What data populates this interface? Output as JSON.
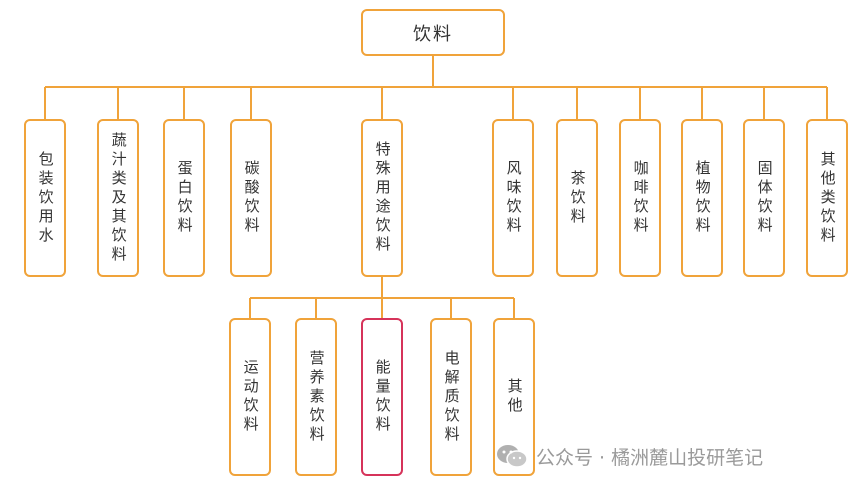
{
  "colors": {
    "border": "#f0a33a",
    "line": "#f0a33a",
    "highlight": "#d6335a"
  },
  "root": "饮料",
  "categories": [
    "包装饮用水",
    "蔬汁类及其饮料",
    "蛋白饮料",
    "碳酸饮料",
    "特殊用途饮料",
    "风味饮料",
    "茶饮料",
    "咖啡饮料",
    "植物饮料",
    "固体饮料",
    "其他类饮料"
  ],
  "special_children": [
    "运动饮料",
    "营养素饮料",
    "能量饮料",
    "电解质饮料",
    "其他"
  ],
  "highlighted": "能量饮料",
  "watermark": {
    "icon": "wechat-icon",
    "text": "公众号 · 橘洲麓山投研笔记"
  }
}
